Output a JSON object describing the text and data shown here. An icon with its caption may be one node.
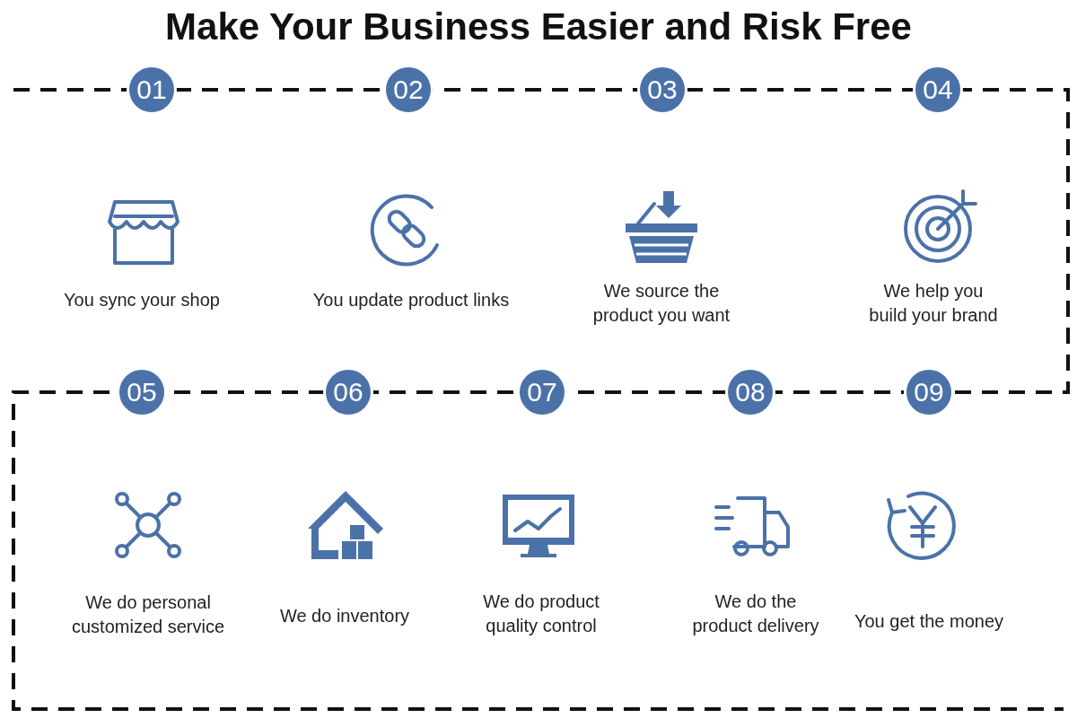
{
  "diagram": {
    "title": "Make Your Business Easier and Risk Free",
    "nodes": [
      {
        "text": [
          "01"
        ]
      },
      {
        "text": [
          "02"
        ]
      },
      {
        "text": [
          "03"
        ]
      },
      {
        "text": [
          "04"
        ]
      },
      {
        "text": [
          "05"
        ]
      },
      {
        "text": [
          "06"
        ]
      },
      {
        "text": [
          "07"
        ]
      },
      {
        "text": [
          "08"
        ]
      },
      {
        "text": [
          "09"
        ]
      }
    ],
    "edges": [],
    "labels": [
      "You sync your shop",
      "You update product links",
      "We source the product you want",
      "We help you build your brand",
      "We do personal customized service",
      "We do inventory",
      "We do product quality control",
      "We do the product delivery",
      "You get the money"
    ]
  }
}
